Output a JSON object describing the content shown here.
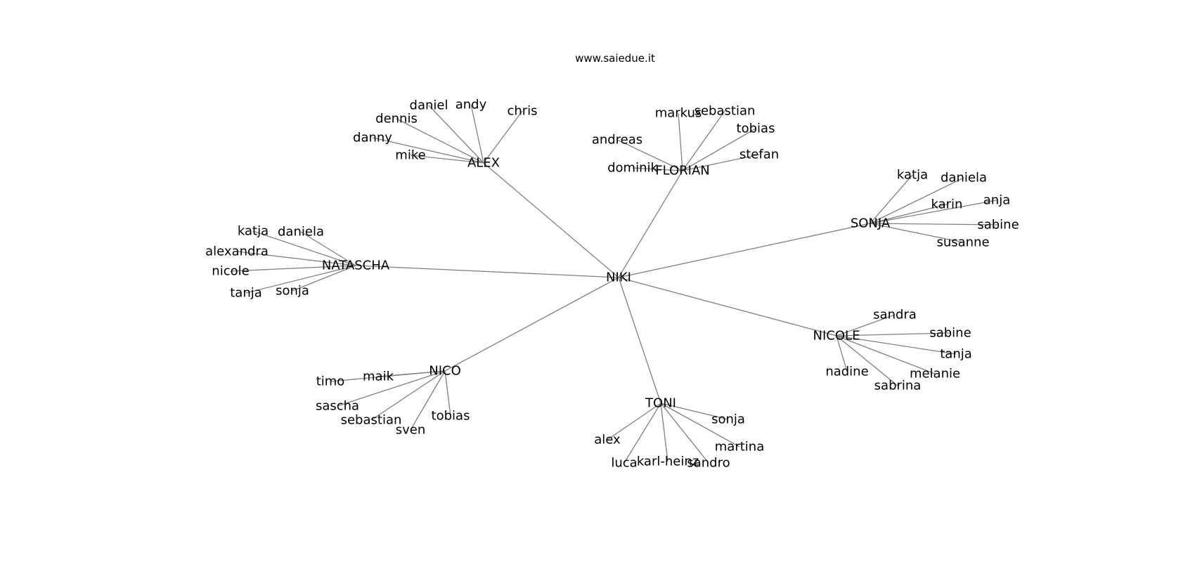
{
  "header": {
    "watermark": "www.saiedue.it"
  },
  "graph": {
    "root": "NIKI",
    "groups": [
      {
        "name": "ALEX",
        "children": [
          "chris",
          "andy",
          "daniel",
          "dennis",
          "danny",
          "mike"
        ]
      },
      {
        "name": "FLORIAN",
        "children": [
          "markus",
          "sebastian",
          "tobias",
          "andreas",
          "dominik",
          "stefan"
        ]
      },
      {
        "name": "SONJA",
        "children": [
          "katja",
          "daniela",
          "karin",
          "anja",
          "sabine",
          "susanne"
        ]
      },
      {
        "name": "NATASCHA",
        "children": [
          "katja",
          "daniela",
          "alexandra",
          "nicole",
          "tanja",
          "sonja"
        ]
      },
      {
        "name": "NICOLE",
        "children": [
          "sandra",
          "sabine",
          "tanja",
          "melanie",
          "nadine",
          "sabrina"
        ]
      },
      {
        "name": "NICO",
        "children": [
          "timo",
          "maik",
          "sascha",
          "sebastian",
          "sven",
          "tobias"
        ]
      },
      {
        "name": "TONI",
        "children": [
          "sonja",
          "martina",
          "alex",
          "luca",
          "karl-heinz",
          "sandro"
        ]
      }
    ]
  }
}
